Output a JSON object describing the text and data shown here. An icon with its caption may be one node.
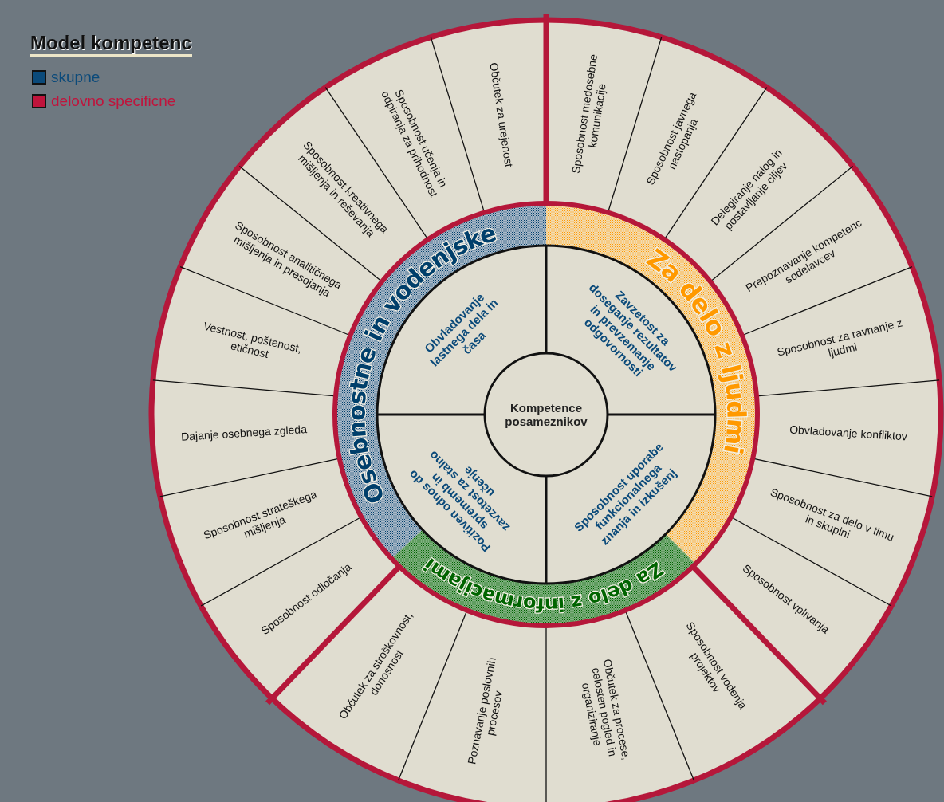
{
  "diagram": {
    "title": "Model kompetenc",
    "nodes": [
      {
        "text": [
          "Kompetence posameznikov"
        ]
      },
      {
        "text": [
          "Obvladovanje lastnega dela in časa"
        ]
      },
      {
        "text": [
          "Zavzetost za doseganje rezultatov in prevzemanje odgovornosti"
        ]
      },
      {
        "text": [
          "Pozitiven odnos do sprememb in zavzetost za stalno učenje"
        ]
      },
      {
        "text": [
          "Sposobnost uporabe funkcionalnega znanja in izkušenj"
        ]
      },
      {
        "text": [
          "Osebnostne in vodenjske"
        ]
      },
      {
        "text": [
          "Za delo z ljudmi"
        ]
      },
      {
        "text": [
          "Za delo z informacijami"
        ]
      },
      {
        "text": [
          "Sposobnost medosebne komunikacije"
        ]
      },
      {
        "text": [
          "Sposobnost javnega nastopanja"
        ]
      },
      {
        "text": [
          "Delegiranje nalog in postavljanje ciljev"
        ]
      },
      {
        "text": [
          "Prepoznavanje kompetenc sodelavcev"
        ]
      },
      {
        "text": [
          "Sposobnost za ravnanje z ljudmi"
        ]
      },
      {
        "text": [
          "Obvladovanje konfliktov"
        ]
      },
      {
        "text": [
          "Sposobnost za delo v timu in skupini"
        ]
      },
      {
        "text": [
          "Sposobnost vplivanja"
        ]
      },
      {
        "text": [
          "Sposobnost vodenja projektov"
        ]
      },
      {
        "text": [
          "Občutek za procese, celosten pogled in organiziranje"
        ]
      },
      {
        "text": [
          "Poznavanje poslovnih procesov"
        ]
      },
      {
        "text": [
          "Občutek za stroškovnost, donosnost"
        ]
      },
      {
        "text": [
          "Sposobnost odločanja"
        ]
      },
      {
        "text": [
          "Sposobnost strateškega mišljenja"
        ]
      },
      {
        "text": [
          "Dajanje osebnega zgleda"
        ]
      },
      {
        "text": [
          "Vestnost, poštenost, etičnost"
        ]
      },
      {
        "text": [
          "Sposobnost analitičnega mišljenja in presojanja"
        ]
      },
      {
        "text": [
          "Sposobnost kreativnega mišljenja in reševanja"
        ]
      },
      {
        "text": [
          "Sposobnost učenja in odpiranja za prihodnost"
        ]
      },
      {
        "text": [
          "Občutek za urejenost"
        ]
      }
    ],
    "legend": [
      {
        "text": "skupne",
        "color": "#0b4a7a"
      },
      {
        "text": "delovno specificne",
        "color": "#c0143c"
      }
    ]
  }
}
